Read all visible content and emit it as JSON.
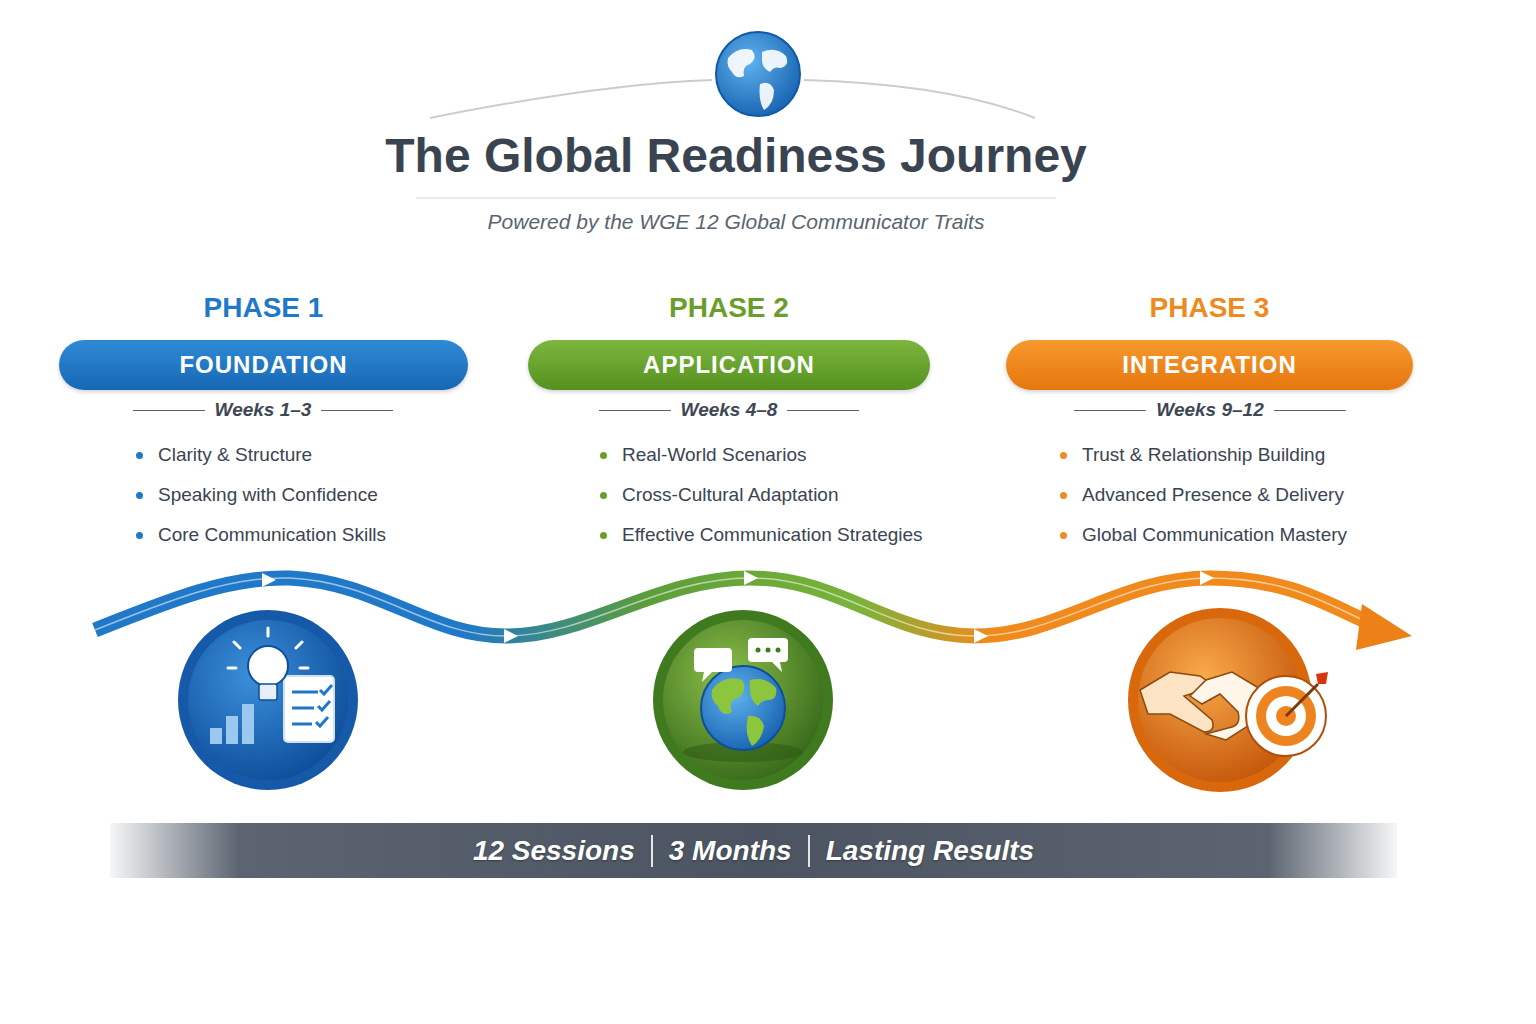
{
  "diagram": {
    "title": "The Global Readiness Journey",
    "nodes": [
      {
        "text": [
          "PHASE 1",
          "FOUNDATION"
        ]
      },
      {
        "text": [
          "PHASE 2",
          "APPLICATION"
        ]
      },
      {
        "text": [
          "PHASE 3",
          "INTEGRATION"
        ]
      },
      {
        "text": [
          "12 Sessions",
          "3 Months",
          "Lasting Results"
        ]
      }
    ],
    "labels": [
      "Powered by the WGE 12 Global Communicator Traits",
      "Weeks 1–3",
      "Clarity & Structure",
      "Speaking with Confidence",
      "Core Communication Skills",
      "Weeks 4–8",
      "Real-World Scenarios",
      "Cross-Cultural Adaptation",
      "Effective Communication Strategies",
      "Weeks 9–12",
      "Trust & Relationship Building",
      "Advanced Presence & Delivery",
      "Global Communication Mastery"
    ]
  }
}
